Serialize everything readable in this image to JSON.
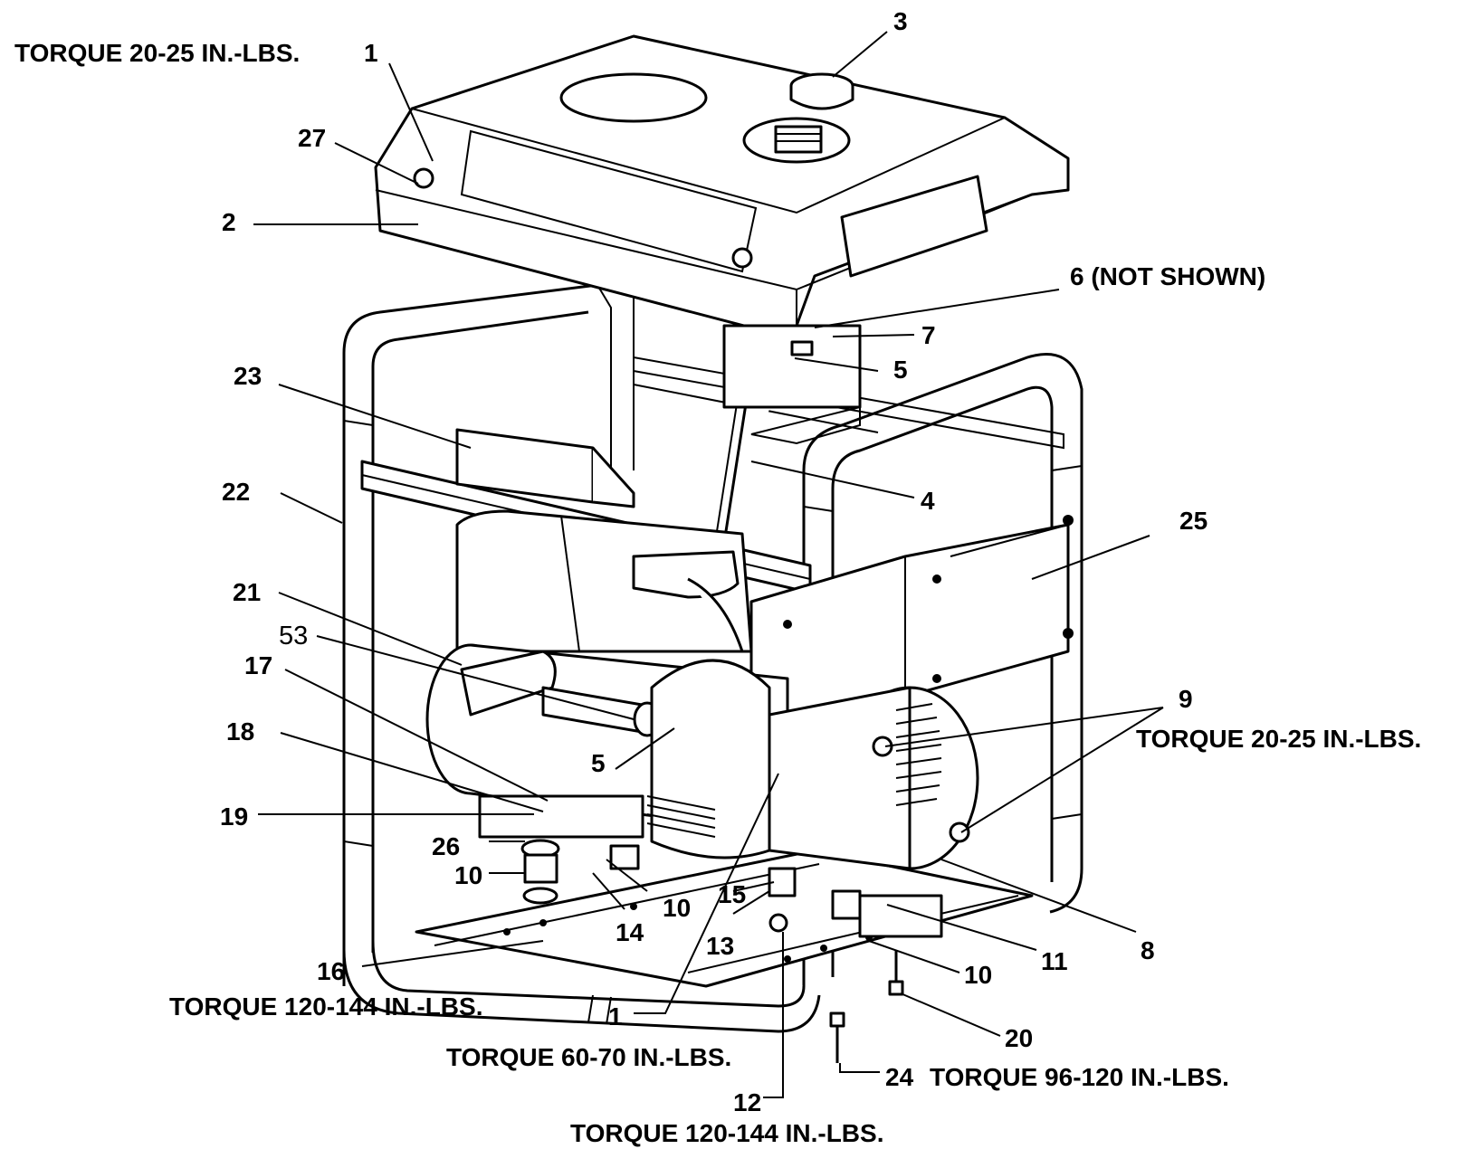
{
  "torque_labels": {
    "top_left": "TORQUE 20-25 IN.-LBS.",
    "right": "TORQUE 20-25 IN.-LBS.",
    "bottom_left": "TORQUE 120-144 IN.-LBS.",
    "bottom_center": "TORQUE 60-70 IN.-LBS.",
    "bottom_right": "TORQUE 96-120 IN.-LBS.",
    "bottom": "TORQUE 120-144 IN.-LBS."
  },
  "callouts": {
    "c1_top": "1",
    "c1_bottom": "1",
    "c2": "2",
    "c3": "3",
    "c4": "4",
    "c5_top": "5",
    "c5_mid": "5",
    "c6": "6 (NOT SHOWN)",
    "c7": "7",
    "c8": "8",
    "c9": "9",
    "c10_a": "10",
    "c10_b": "10",
    "c10_c": "10",
    "c11": "11",
    "c12": "12",
    "c13": "13",
    "c14": "14",
    "c15": "15",
    "c16": "16",
    "c17": "17",
    "c18": "18",
    "c19": "19",
    "c20": "20",
    "c21": "21",
    "c22": "22",
    "c23": "23",
    "c24": "24",
    "c25": "25",
    "c26": "26",
    "c27": "27",
    "c53": "53"
  }
}
